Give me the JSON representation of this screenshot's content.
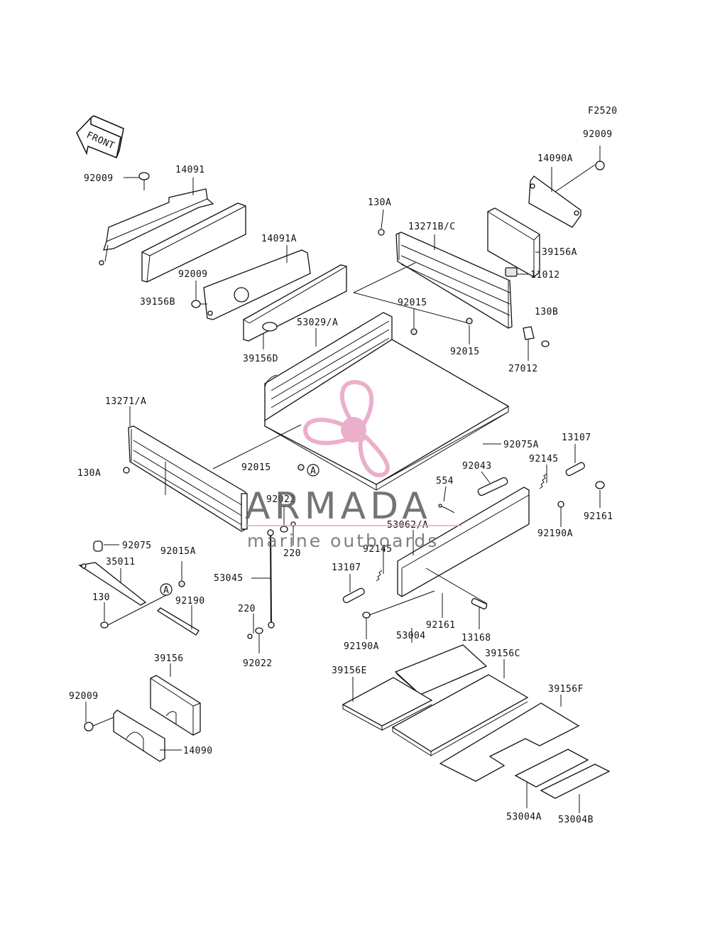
{
  "figure_code": "F2520",
  "front_arrow": "FRONT",
  "watermark": {
    "brand": "ARMADA",
    "tagline": "marine outboards",
    "brand_color": "#5c5c5c",
    "accent_color": "#e7a3c3"
  },
  "labels": [
    {
      "id": "l1",
      "text": "92009"
    },
    {
      "id": "l2",
      "text": "14091"
    },
    {
      "id": "l3",
      "text": "14090A"
    },
    {
      "id": "l4",
      "text": "92009"
    },
    {
      "id": "l5",
      "text": "130A"
    },
    {
      "id": "l6",
      "text": "13271B/C"
    },
    {
      "id": "l7",
      "text": "14091A"
    },
    {
      "id": "l8",
      "text": "39156A"
    },
    {
      "id": "l9",
      "text": "92009"
    },
    {
      "id": "l10",
      "text": "11012"
    },
    {
      "id": "l11",
      "text": "39156B"
    },
    {
      "id": "l12",
      "text": "92015"
    },
    {
      "id": "l13",
      "text": "130B"
    },
    {
      "id": "l14",
      "text": "53029/A"
    },
    {
      "id": "l15",
      "text": "92015"
    },
    {
      "id": "l16",
      "text": "39156D"
    },
    {
      "id": "l17",
      "text": "27012"
    },
    {
      "id": "l18",
      "text": "13271/A"
    },
    {
      "id": "l19",
      "text": "92075A"
    },
    {
      "id": "l20",
      "text": "13107"
    },
    {
      "id": "l21",
      "text": "130A"
    },
    {
      "id": "l22",
      "text": "92015"
    },
    {
      "id": "l23",
      "text": "92043"
    },
    {
      "id": "l24",
      "text": "92145"
    },
    {
      "id": "l25",
      "text": "554"
    },
    {
      "id": "l26",
      "text": "92161"
    },
    {
      "id": "l27",
      "text": "92022"
    },
    {
      "id": "l28",
      "text": "53062/A"
    },
    {
      "id": "l29",
      "text": "92190A"
    },
    {
      "id": "l30",
      "text": "92075"
    },
    {
      "id": "l31",
      "text": "92145"
    },
    {
      "id": "l32",
      "text": "220"
    },
    {
      "id": "l33",
      "text": "35011"
    },
    {
      "id": "l34",
      "text": "92015A"
    },
    {
      "id": "l35",
      "text": "13107"
    },
    {
      "id": "l36",
      "text": "53045"
    },
    {
      "id": "l37",
      "text": "130"
    },
    {
      "id": "l38",
      "text": "92190"
    },
    {
      "id": "l39",
      "text": "220"
    },
    {
      "id": "l40",
      "text": "92161"
    },
    {
      "id": "l41",
      "text": "53004"
    },
    {
      "id": "l42",
      "text": "13168"
    },
    {
      "id": "l43",
      "text": "92190A"
    },
    {
      "id": "l44",
      "text": "92022"
    },
    {
      "id": "l45",
      "text": "39156"
    },
    {
      "id": "l46",
      "text": "39156C"
    },
    {
      "id": "l47",
      "text": "39156E"
    },
    {
      "id": "l48",
      "text": "39156F"
    },
    {
      "id": "l49",
      "text": "92009"
    },
    {
      "id": "l50",
      "text": "14090"
    },
    {
      "id": "l51",
      "text": "53004A"
    },
    {
      "id": "l52",
      "text": "53004B"
    }
  ],
  "ref_marks": [
    "A",
    "A"
  ]
}
